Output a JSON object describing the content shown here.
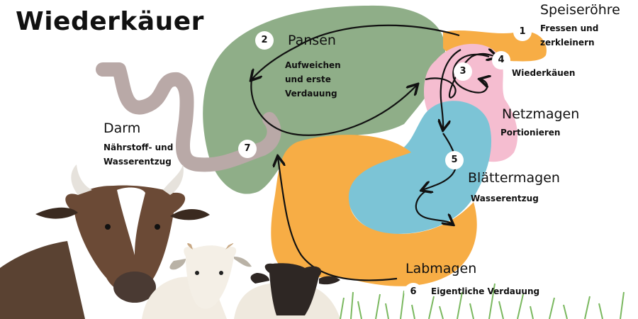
{
  "title": "Wiederkäuer",
  "colors": {
    "pansen": "#8fae88",
    "speiseroehre": "#f7ad45",
    "netzmagen": "#f5bdd0",
    "blaettermagen": "#7cc4d6",
    "labmagen": "#f7ad45",
    "darm": "#b9a9a7",
    "arrow": "#111111"
  },
  "stages": {
    "s1": {
      "number": "1",
      "name": "Speiseröhre",
      "desc": "Fressen und zerkleinern"
    },
    "s2": {
      "number": "2",
      "name": "Pansen",
      "desc": "Aufweichen und erste Verdauung"
    },
    "s3": {
      "number": "3",
      "name": "Netzmagen",
      "desc": "Portionieren"
    },
    "s4": {
      "number": "4",
      "desc": "Wiederkäuen"
    },
    "s5": {
      "number": "5",
      "name": "Blättermagen",
      "desc": "Wasserentzug"
    },
    "s6": {
      "number": "6",
      "name": "Labmagen",
      "desc": "Eigentliche Verdauung"
    },
    "s7": {
      "number": "7",
      "name": "Darm",
      "desc": "Nährstoff- und Wasserentzug"
    }
  },
  "photos": [
    "cow-photo",
    "goat-photo",
    "sheep-photo",
    "grass-photo"
  ]
}
